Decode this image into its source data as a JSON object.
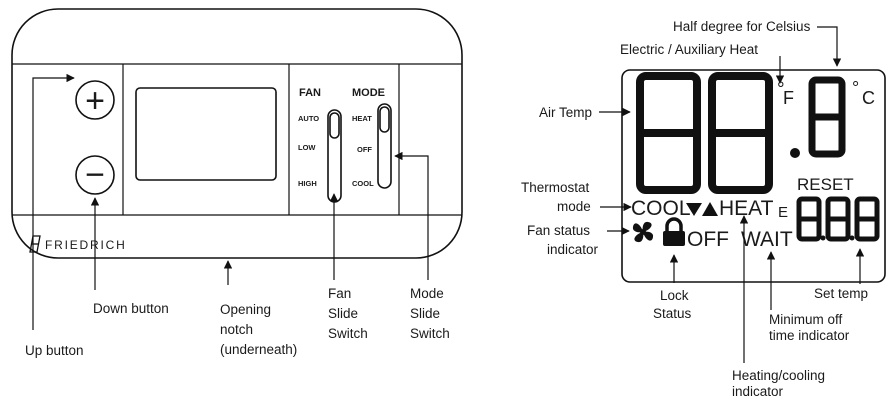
{
  "thermostat": {
    "brand": "FRIEDRICH",
    "fan_switch": {
      "title": "FAN",
      "positions": [
        "AUTO",
        "LOW",
        "HIGH"
      ]
    },
    "mode_switch": {
      "title": "MODE",
      "positions": [
        "HEAT",
        "OFF",
        "COOL"
      ]
    },
    "up_button_symbol": "+",
    "down_button_symbol": "−"
  },
  "display": {
    "main_digits": "88",
    "unit_f": "F",
    "half_digit": "8",
    "unit_c": "°C",
    "reset": "RESET",
    "set_digits": "8.8.8",
    "e_indicator": "E",
    "cool": "COOL",
    "heat": "HEAT",
    "off": "OFF",
    "wait": "WAIT"
  },
  "callouts": {
    "up_button": "Up button",
    "down_button": "Down button",
    "opening_notch": [
      "Opening",
      "notch",
      "(underneath)"
    ],
    "fan_slide_switch": [
      "Fan",
      "Slide",
      "Switch"
    ],
    "mode_slide_switch": [
      "Mode",
      "Slide",
      "Switch"
    ],
    "half_degree": "Half degree for Celsius",
    "electric_aux_heat": "Electric / Auxiliary Heat",
    "air_temp": "Air Temp",
    "thermostat_mode": [
      "Thermostat",
      "mode"
    ],
    "fan_status": [
      "Fan status",
      "indicator"
    ],
    "lock_status": [
      "Lock",
      "Status"
    ],
    "min_off_time": [
      "Minimum off",
      "time indicator"
    ],
    "set_temp": "Set temp",
    "heating_cooling": [
      "Heating/cooling",
      "indicator"
    ]
  }
}
